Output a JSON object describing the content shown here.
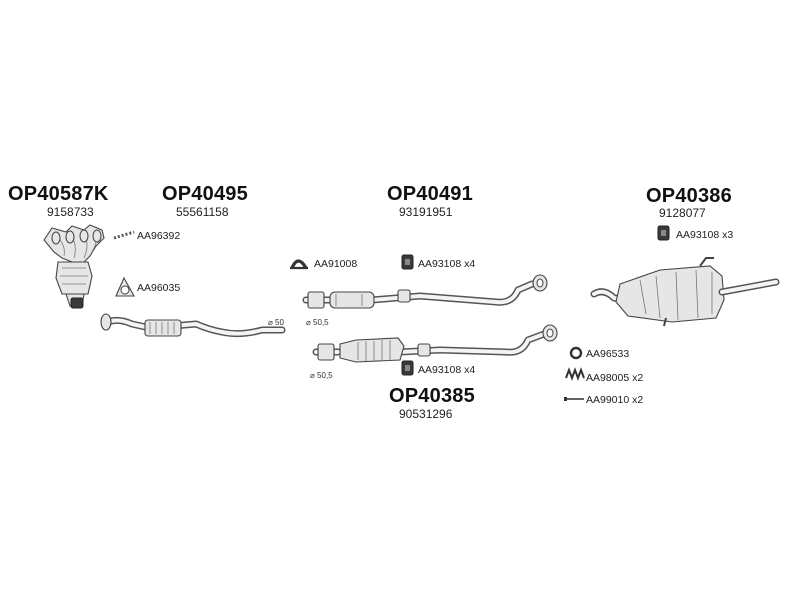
{
  "parts": {
    "op40587k": {
      "code": "OP40587K",
      "number": "9158733"
    },
    "op40495": {
      "code": "OP40495",
      "number": "55561158"
    },
    "op40491": {
      "code": "OP40491",
      "number": "93191951"
    },
    "op40386": {
      "code": "OP40386",
      "number": "9128077"
    },
    "op40385": {
      "code": "OP40385",
      "number": "90531296"
    }
  },
  "accessories": {
    "aa96392": "AA96392",
    "aa96035": "AA96035",
    "aa91008": "AA91008",
    "aa93108_top": "AA93108 x4",
    "aa93108_bottom": "AA93108 x4",
    "aa93108_rear": "AA93108 x3",
    "aa96533": "AA96533",
    "aa98005": "AA98005 x2",
    "aa99010": "AA99010 x2"
  },
  "diameters": {
    "front_pipe": "⌀ 50",
    "mid_top": "⌀ 50,5",
    "mid_bottom": "⌀ 50,5"
  }
}
